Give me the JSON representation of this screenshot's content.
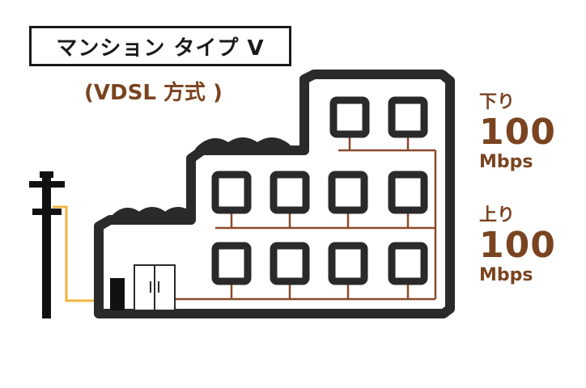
{
  "title": "マンション タイプ V",
  "subtitle": "(VDSL 方式 )",
  "download": {
    "label": "下り",
    "value": "100",
    "unit": "Mbps"
  },
  "upload": {
    "label": "上り",
    "value": "100",
    "unit": "Mbps"
  },
  "colors": {
    "building_outline": "#2a2a2a",
    "accent_brown": "#7a4420",
    "wire_brown": "#8b4a2b",
    "wire_yellow": "#f0b440",
    "pole": "#111111"
  },
  "components": [
    "utility-pole",
    "apartment-building",
    "vdsl-device",
    "distribution-cabinet",
    "room-units",
    "wiring"
  ]
}
